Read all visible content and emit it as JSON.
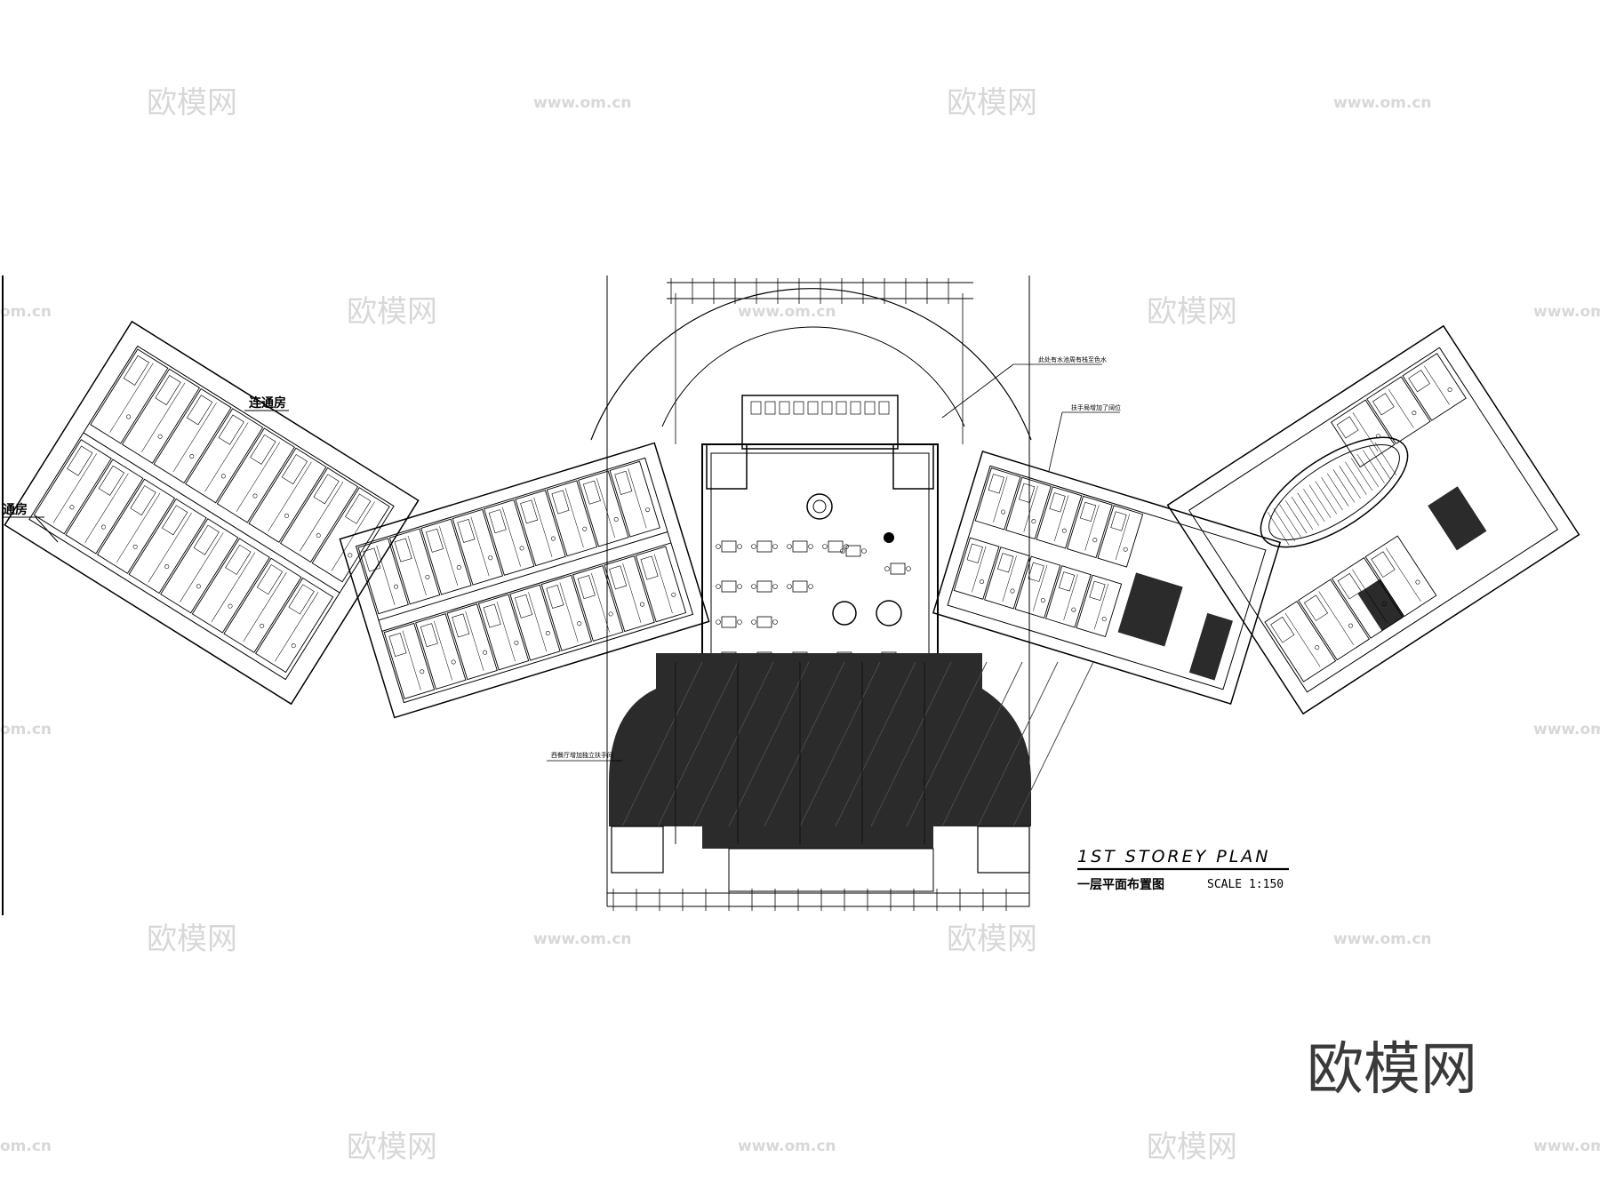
{
  "drawing": {
    "title": "1ST  STOREY  PLAN",
    "subtitle": "一层平面布置图",
    "scale": "SCALE 1:150"
  },
  "annotations": {
    "connecting_room_upper": "连通房",
    "connecting_room_left": "通房",
    "note_top_right": "此处有水池周有栈至色水",
    "note_handrail": "扶手局增加了阔位",
    "note_restaurant": "西餐厅增加独立扶手间"
  },
  "watermark": {
    "brand": "欧模网",
    "url": "www.om.cn",
    "url_cut": "om.cn"
  },
  "colors": {
    "line": "#000000",
    "fill_dark": "#2b2b2b",
    "watermark": "#d8d8d8",
    "brand_large": "#3a3a3a"
  }
}
